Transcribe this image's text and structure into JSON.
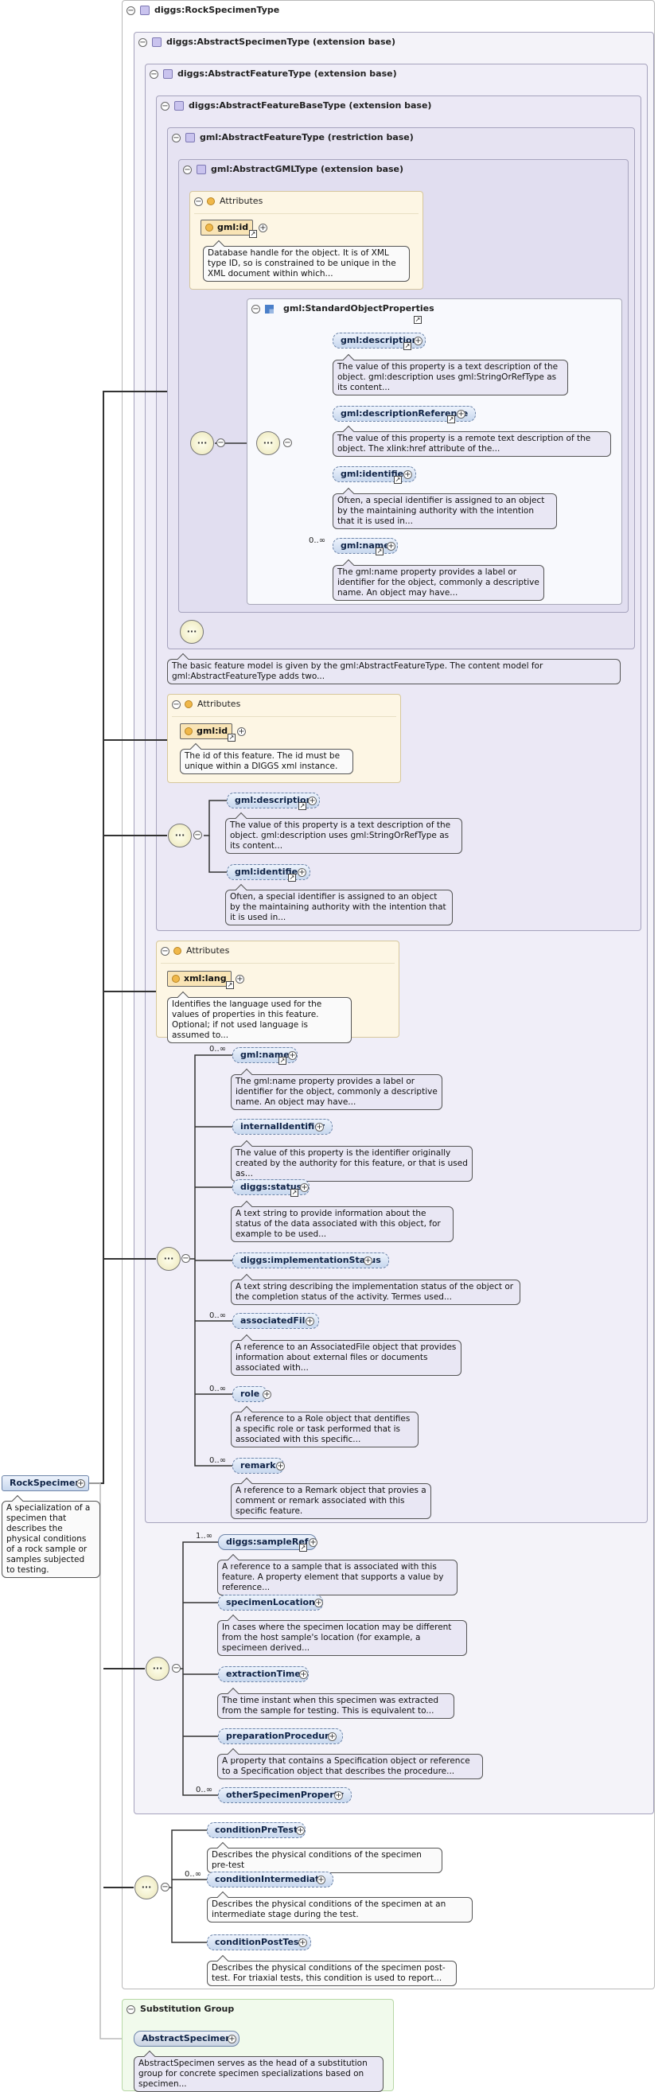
{
  "root": {
    "name": "RockSpecimen",
    "description": "A specialization of a specimen that describes the physical conditions of a rock sample or samples subjected to testing."
  },
  "frames": {
    "rock_specimen_type": "diggs:RockSpecimenType",
    "abstract_specimen_type": "diggs:AbstractSpecimenType (extension base)",
    "abstract_feature_type": "diggs:AbstractFeatureType (extension base)",
    "abstract_feature_base_type": "diggs:AbstractFeatureBaseType (extension base)",
    "gml_abstract_feature_type": "gml:AbstractFeatureType (restriction base)",
    "gml_abstract_gml_type": "gml:AbstractGMLType (extension base)",
    "standard_object_properties": "gml:StandardObjectProperties",
    "substitution_group": "Substitution Group"
  },
  "labels": {
    "attributes": "Attributes"
  },
  "gml_attr": {
    "name": "gml:id",
    "desc": "Database handle for the object. It is of XML type ID, so is constrained to be unique in the XML document within which..."
  },
  "standard_props": [
    {
      "name": "gml:description",
      "desc": "The value of this property is a text description of the object. gml:description uses gml:StringOrRefType as its content..."
    },
    {
      "name": "gml:descriptionReference",
      "desc": "The value of this property is a remote text description of the object. The xlink:href attribute of the..."
    },
    {
      "name": "gml:identifier",
      "desc": "Often, a special identifier is assigned to an object by the maintaining authority with the intention that it is used in..."
    },
    {
      "name": "gml:name",
      "card": "0..∞",
      "desc": "The gml:name property provides a label or identifier for the object, commonly a descriptive name. An object may have..."
    }
  ],
  "feature_type_desc": "The basic feature model is given by the gml:AbstractFeatureType. The content model for gml:AbstractFeatureType adds two...",
  "feature_base_attr": {
    "name": "gml:id",
    "desc": "The id of this feature. The id must be unique within a DIGGS xml instance."
  },
  "feature_base_elems": [
    {
      "name": "gml:description",
      "desc": "The value of this property is a text description of the object. gml:description uses gml:StringOrRefType as its content..."
    },
    {
      "name": "gml:identifier",
      "desc": "Often, a special identifier is assigned to an object by the maintaining authority with the intention that it is used in..."
    }
  ],
  "feature_attr": {
    "name": "xml:lang",
    "desc": "Identifies the language used for the values of properties in this feature. Optional; if not used language is assumed to..."
  },
  "feature_elems": [
    {
      "name": "gml:name",
      "card": "0..∞",
      "desc": "The gml:name property provides a label or identifier for the object, commonly a descriptive name. An object may have..."
    },
    {
      "name": "internalIdentifier",
      "card": "",
      "desc": "The value of this property is the identifier originally created by the authority for this feature, or that is used as..."
    },
    {
      "name": "diggs:status",
      "card": "",
      "desc": "A text string to provide information about the status of the data associated with this object, for example to be used..."
    },
    {
      "name": "diggs:implementationStatus",
      "card": "",
      "desc": "A text string describing the implementation status of the object or the completion status of the activity. Termes used..."
    },
    {
      "name": "associatedFile",
      "card": "0..∞",
      "desc": "A reference to an AssociatedFile object that provides information about external files or documents associated with..."
    },
    {
      "name": "role",
      "card": "0..∞",
      "desc": "A reference to a Role object that dentifies a specific role or task performed that is associated with this specific..."
    },
    {
      "name": "remark",
      "card": "0..∞",
      "desc": "A reference to a Remark object that provies a comment or remark associated with this specific feature."
    }
  ],
  "specimen_elems": [
    {
      "name": "diggs:sampleRef",
      "card": "1..∞",
      "desc": "A reference to a sample that is associated with this feature. A property element that supports a value by reference..."
    },
    {
      "name": "specimenLocation",
      "card": "",
      "desc": "In cases where the specimen location may be different from the host sample's location (for example, a specimeen derived..."
    },
    {
      "name": "extractionTime",
      "card": "",
      "desc": "The time instant when this specimen was extracted from the sample for testing. This is equivalent to..."
    },
    {
      "name": "preparationProcedure",
      "card": "",
      "desc": "A property that contains a Specification object or reference to a Specification object that describes the procedure..."
    },
    {
      "name": "otherSpecimenProperty",
      "card": "0..∞",
      "desc": ""
    }
  ],
  "rock_elems": [
    {
      "name": "conditionPreTest",
      "card": "",
      "desc": "Describes the physical conditions of the specimen pre-test"
    },
    {
      "name": "conditionIntermediate",
      "card": "0..∞",
      "desc": "Describes the physical conditions of the specimen at an intermediate stage during the test."
    },
    {
      "name": "conditionPostTest",
      "card": "",
      "desc": "Describes the physical conditions of the specimen post-test. For triaxial tests, this condition is used to report..."
    }
  ],
  "substitution": {
    "name": "AbstractSpecimen",
    "desc": "AbstractSpecimen serves as the head of a substitution group for concrete specimen specializations based on specimen..."
  },
  "colors": {
    "frame_border": "#a6a3bd",
    "element_fill": "#c7d7ee",
    "attribute_fill": "#fdf6e4",
    "substitution_fill": "#f1faec"
  }
}
